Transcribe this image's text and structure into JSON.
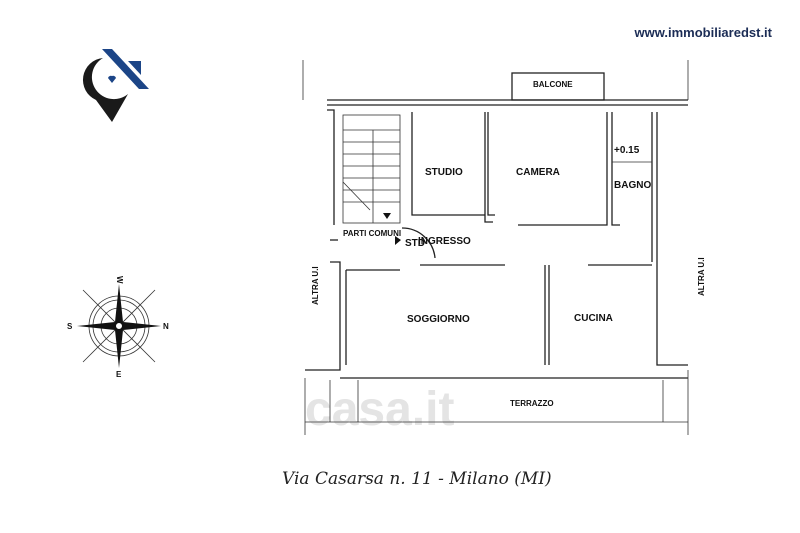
{
  "header": {
    "website": "www.immobiliaredst.it"
  },
  "logo": {
    "name": "immobiliaredst-logo",
    "colors": {
      "blue": "#1c4587",
      "black": "#1a1a1a"
    }
  },
  "compass": {
    "labels": {
      "north": "N",
      "south": "S",
      "east": "E",
      "west": "W"
    }
  },
  "plan": {
    "rooms": {
      "studio": "STUDIO",
      "camera": "CAMERA",
      "bagno": "BAGNO",
      "soggiorno": "SOGGIORNO",
      "cucina": "CUCINA",
      "ingresso": "INGRESSO",
      "terrazzo": "TERRAZZO",
      "balcone": "BALCONE",
      "parti_comuni": "PARTI COMUNI"
    },
    "level_mark": "+0.15",
    "neighbor_left": "ALTRA U.I",
    "neighbor_right": "ALTRA U.I",
    "stair_mark": "STD"
  },
  "footer": {
    "address": "Via Casarsa n. 11 - Milano (MI)"
  },
  "watermark": "casa.it"
}
